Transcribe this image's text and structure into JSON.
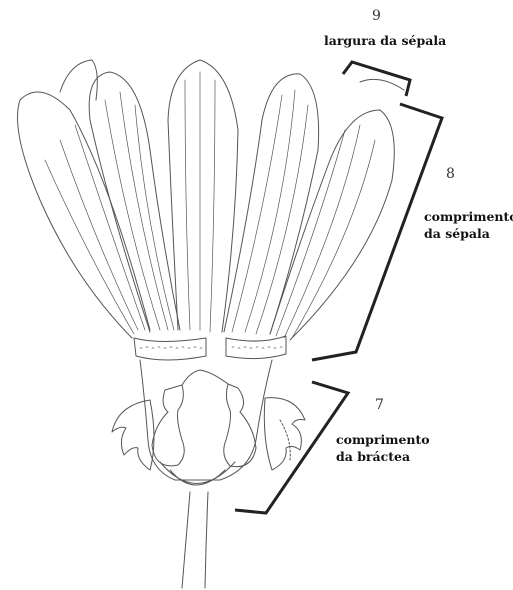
{
  "annotations": {
    "sepal_width": {
      "number": "9",
      "label": "largura da sépala"
    },
    "sepal_length": {
      "number": "8",
      "label_line1": "comprimento",
      "label_line2": "da sépala"
    },
    "bract_length": {
      "number": "7",
      "label_line1": "comprimento",
      "label_line2": "da bráctea"
    }
  },
  "colors": {
    "drawing": "#555555",
    "bracket": "#222222",
    "text": "#111111"
  }
}
